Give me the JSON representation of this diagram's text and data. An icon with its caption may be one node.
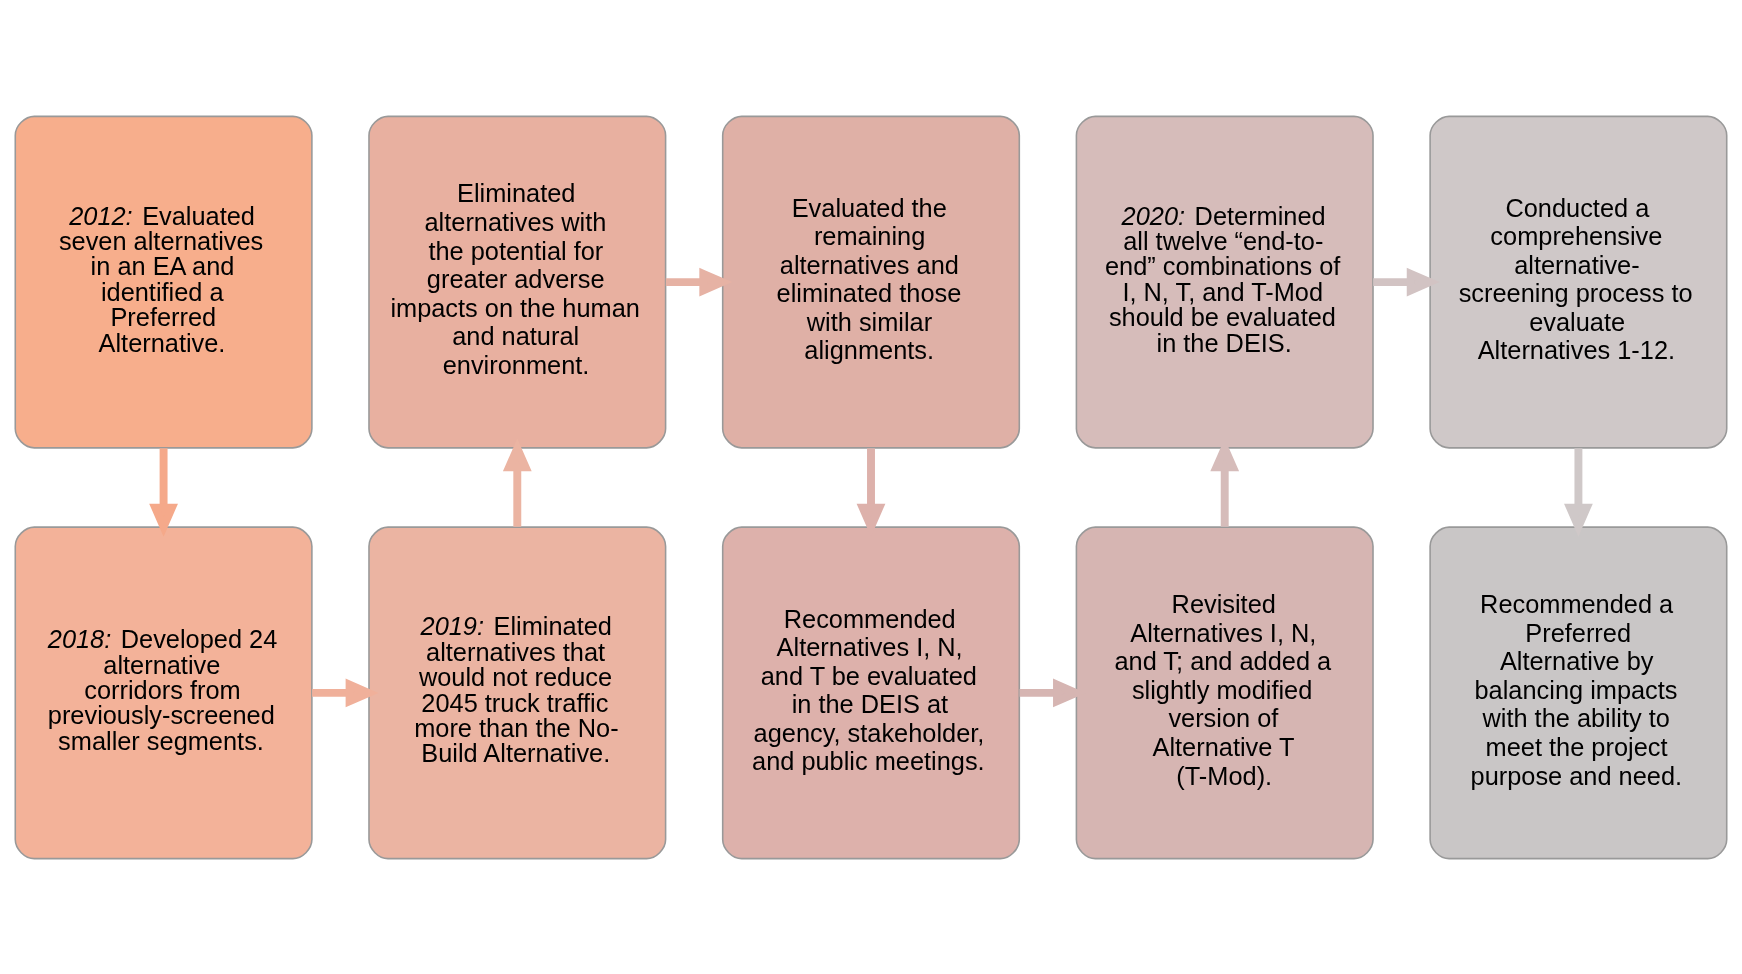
{
  "diagram": {
    "nodes": [
      {
        "text": [
          "*2012:* Evaluated seven alternatives in an EA and identified a Preferred Alternative."
        ]
      },
      {
        "text": [
          "Eliminated alternatives with the potential for greater adverse impacts on the human and natural environment."
        ]
      },
      {
        "text": [
          "Evaluated the remaining alternatives and eliminated those with similar alignments."
        ]
      },
      {
        "text": [
          "*2020:* Determined all twelve “end-to-end” combinations of I, N, T, and T-Mod should be evaluated in the DEIS."
        ]
      },
      {
        "text": [
          "Conducted a comprehensive alternative-screening process to evaluate Alternatives 1-12."
        ]
      },
      {
        "text": [
          "*2018:* Developed 24 alternative corridors from previously-screened smaller segments."
        ]
      },
      {
        "text": [
          "*2019:* Eliminated alternatives that would not reduce 2045 truck traffic more than the No-Build Alternative."
        ]
      },
      {
        "text": [
          "Recommended Alternatives I, N, and T be evaluated in the DEIS at agency, stakeholder, and public meetings."
        ]
      },
      {
        "text": [
          "Revisited Alternatives I, N, and T; and added a slightly modified version of Alternative T (T-Mod)."
        ]
      },
      {
        "text": [
          "Recommended a Preferred Alternative by balancing impacts with the ability to meet the project purpose and need."
        ]
      }
    ],
    "edges": [
      {
        "from": 0,
        "to": 5,
        "arrow": "to"
      },
      {
        "from": 5,
        "to": 6,
        "arrow": "to"
      },
      {
        "from": 6,
        "to": 1,
        "arrow": "to"
      },
      {
        "from": 1,
        "to": 2,
        "arrow": "to"
      },
      {
        "from": 2,
        "to": 7,
        "arrow": "to"
      },
      {
        "from": 7,
        "to": 8,
        "arrow": "to"
      },
      {
        "from": 8,
        "to": 3,
        "arrow": "to"
      },
      {
        "from": 3,
        "to": 4,
        "arrow": "to"
      },
      {
        "from": 4,
        "to": 9,
        "arrow": "to"
      }
    ]
  }
}
